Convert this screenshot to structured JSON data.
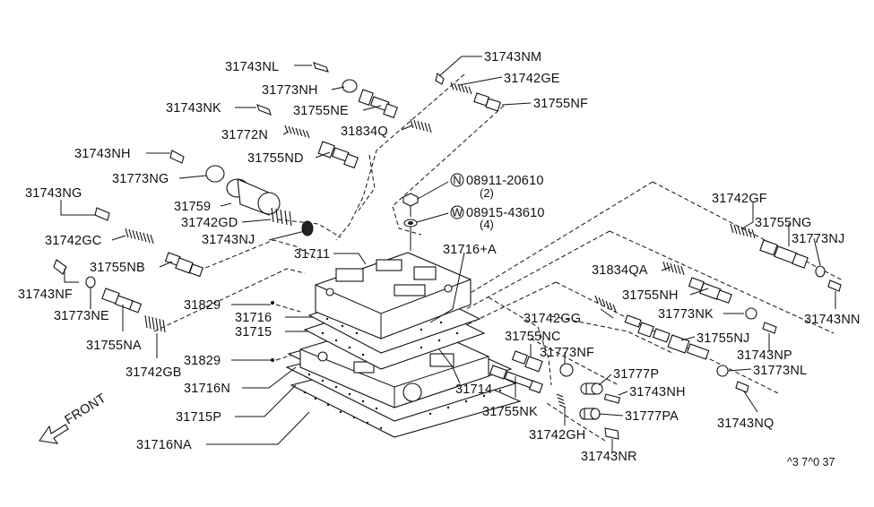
{
  "labels": {
    "p31743NM": "31743NM",
    "p31742GE": "31742GE",
    "p31755NF": "31755NF",
    "p31743NL": "31743NL",
    "p31773NH": "31773NH",
    "p31743NK": "31743NK",
    "p31755NE": "31755NE",
    "p31772N": "31772N",
    "p31834Q": "31834Q",
    "p31743NH_top": "31743NH",
    "p31755ND": "31755ND",
    "p31773NG": "31773NG",
    "p31743NG": "31743NG",
    "p31759": "31759",
    "p31742GD": "31742GD",
    "p31743NJ": "31743NJ",
    "p31742GC": "31742GC",
    "p31711": "31711",
    "p31716A": "31716+A",
    "p31755NB": "31755NB",
    "p31743NF": "31743NF",
    "p31773NE": "31773NE",
    "p31829_a": "31829",
    "p31716": "31716",
    "p31715": "31715",
    "p31755NA": "31755NA",
    "p31742GB": "31742GB",
    "p31829_b": "31829",
    "p31716N": "31716N",
    "p31715P": "31715P",
    "p31716NA": "31716NA",
    "p31714": "31714",
    "p31742GF": "31742GF",
    "p31755NG": "31755NG",
    "p31773NJ": "31773NJ",
    "p31743NN": "31743NN",
    "p31834QA": "31834QA",
    "p31755NH": "31755NH",
    "p31742GG": "31742GG",
    "p31773NK": "31773NK",
    "p31755NC": "31755NC",
    "p31773NF": "31773NF",
    "p31755NJ": "31755NJ",
    "p31743NP": "31743NP",
    "p31773NL": "31773NL",
    "p31777P": "31777P",
    "p31743NH_bot": "31743NH",
    "p31755NK": "31755NK",
    "p31742GH": "31742GH",
    "p31777PA": "31777PA",
    "p31743NQ": "31743NQ",
    "p31743NR": "31743NR"
  },
  "fasteners": {
    "nut_symbol": "N",
    "nut_part": "08911-20610",
    "nut_qty": "(2)",
    "washer_symbol": "W",
    "washer_part": "08915-43610",
    "washer_qty": "(4)"
  },
  "front_label": "FRONT",
  "footer_code": "^3 7^0 37",
  "icons": [
    "front-arrow-icon"
  ]
}
